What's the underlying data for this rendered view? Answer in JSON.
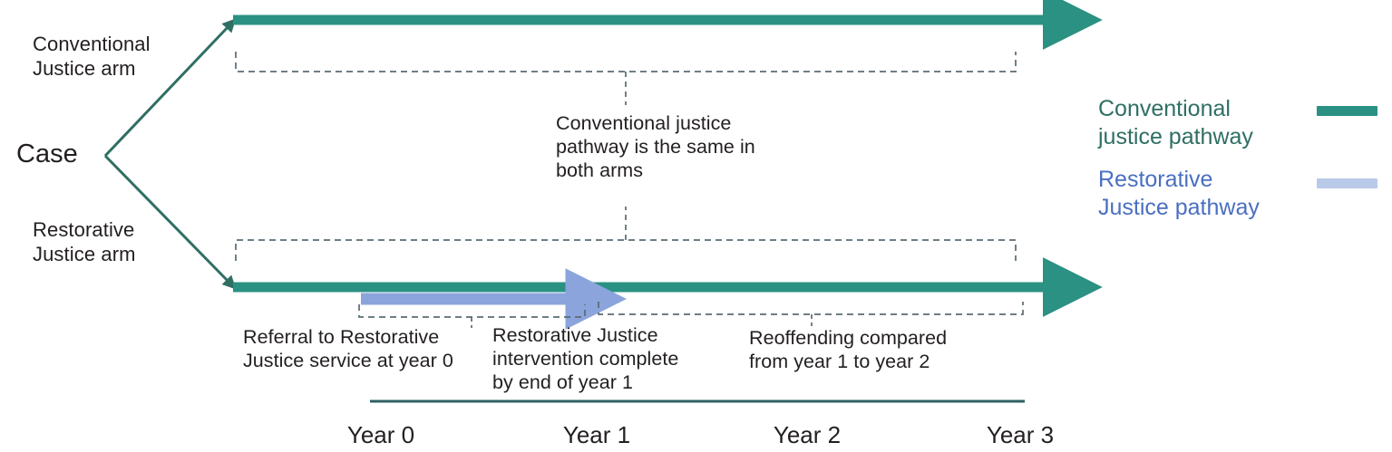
{
  "figure": {
    "title": "Restorative Justice trial pathway diagram",
    "colors": {
      "conventional_green": "#2a9183",
      "restorative_blue": "#8ba4dc",
      "branch_line": "#2f6f63",
      "dashed_bracket": "#5a6b74",
      "axis_line": "#2f5f63",
      "text": "#231f20",
      "legend_conventional_text": "#2f6f63",
      "legend_restorative_text": "#4a6fc0"
    }
  },
  "nodes": {
    "case": "Case",
    "conventional_arm": "Conventional\nJustice arm",
    "restorative_arm": "Restorative\nJustice arm"
  },
  "annotations": {
    "shared_pathway": "Conventional justice\npathway is the same in\nboth arms",
    "referral": "Referral to Restorative\nJustice service at year 0",
    "intervention": "Restorative Justice\nintervention complete\nby end of year 1",
    "reoffending": "Reoffending compared\nfrom year 1 to year 2"
  },
  "timeline": {
    "ticks": [
      "Year 0",
      "Year 1",
      "Year 2",
      "Year 3"
    ]
  },
  "legend": {
    "items": [
      {
        "label": "Conventional\njustice pathway",
        "color": "#2a9183",
        "swatch": "conventional-line-swatch"
      },
      {
        "label": "Restorative\nJustice pathway",
        "color": "#b9c9e8",
        "swatch": "restorative-line-swatch"
      }
    ]
  }
}
